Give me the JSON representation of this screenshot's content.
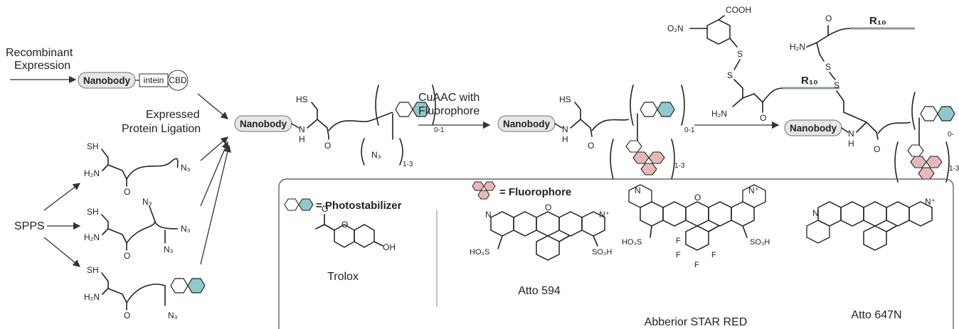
{
  "text": {
    "recombinant_expression": "Recombinant Expression",
    "recombinant": "Recombinant",
    "expression": "Expression",
    "nanobody": "Nanobody",
    "intein": "intein",
    "cbd": "CBD",
    "expressed": "Expressed",
    "protein_ligation": "Protein Ligation",
    "spps": "SPPS",
    "cuaac_line1": "CuAAC with",
    "cuaac_line2": "Fluorophore",
    "sh": "SH",
    "hs": "HS",
    "nh": "H",
    "n": "N",
    "h2n": "H₂N",
    "o": "O",
    "n3": "N₃",
    "sub_01": "0-1",
    "sub_13": "1-3",
    "sub_0": "0-",
    "r10": "R₁₀",
    "cooh": "COOH",
    "o2n": "O₂N",
    "s": "S",
    "photostabilizer_legend": "= Photostabilizer",
    "fluorophore_legend": "= Fluorophore",
    "trolox": "Trolox",
    "atto594": "Atto 594",
    "abberior": "Abberior STAR RED",
    "atto647n": "Atto 647N",
    "oh": "OH",
    "so3h": "SO₃H",
    "ho3s": "HO₃S",
    "nplus": "N⁺",
    "f": "F"
  },
  "colors": {
    "photostabilizer": "#8fc9cd",
    "fluorophore": "#e8b8b8",
    "pill_fill": "#e6e6e6",
    "pill_stroke": "#888888",
    "r_line": "#8a98a6",
    "box_stroke": "#666666"
  },
  "icons": [
    "photostabilizer-hexagon-icon",
    "fluorophore-polycycle-icon",
    "arrow-icon"
  ]
}
